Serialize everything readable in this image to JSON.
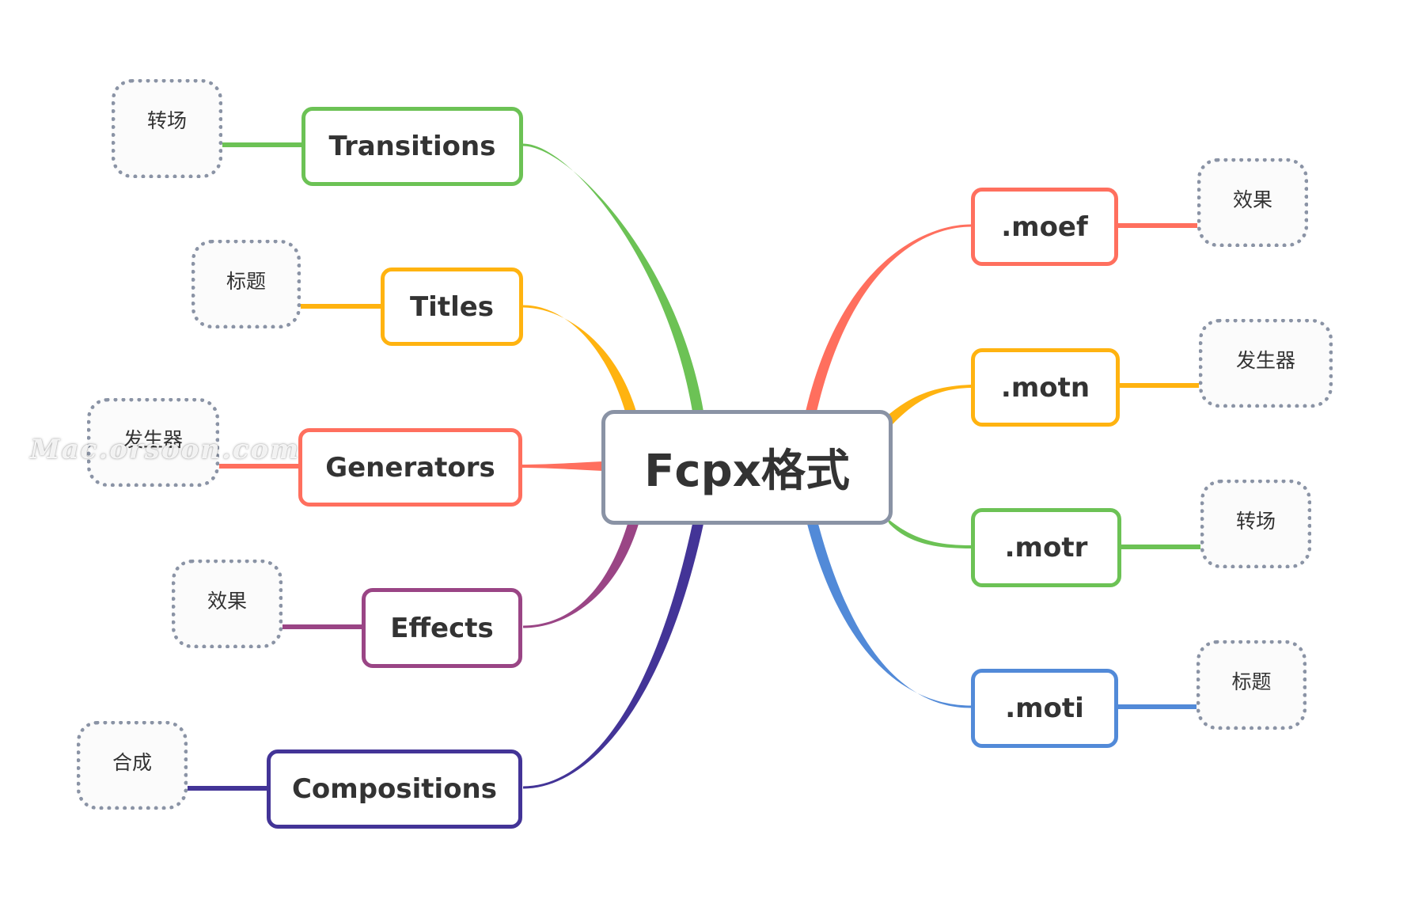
{
  "central": {
    "label": "Fcpx格式",
    "color": "#8a93a5"
  },
  "left_topics": [
    {
      "label": "Transitions",
      "color": "#6cc255",
      "sub": "转场"
    },
    {
      "label": "Titles",
      "color": "#ffb310",
      "sub": "标题"
    },
    {
      "label": "Generators",
      "color": "#ff6f5e",
      "sub": "发生器"
    },
    {
      "label": "Effects",
      "color": "#9a4585",
      "sub": "效果"
    },
    {
      "label": "Compositions",
      "color": "#433497",
      "sub": "合成"
    }
  ],
  "right_topics": [
    {
      "label": ".moef",
      "color": "#ff6f5e",
      "sub": "效果"
    },
    {
      "label": ".motn",
      "color": "#ffb310",
      "sub": "发生器"
    },
    {
      "label": ".motr",
      "color": "#6cc255",
      "sub": "转场"
    },
    {
      "label": ".moti",
      "color": "#528ad8",
      "sub": "标题"
    }
  ],
  "watermark": "Mac.orsoon.com"
}
